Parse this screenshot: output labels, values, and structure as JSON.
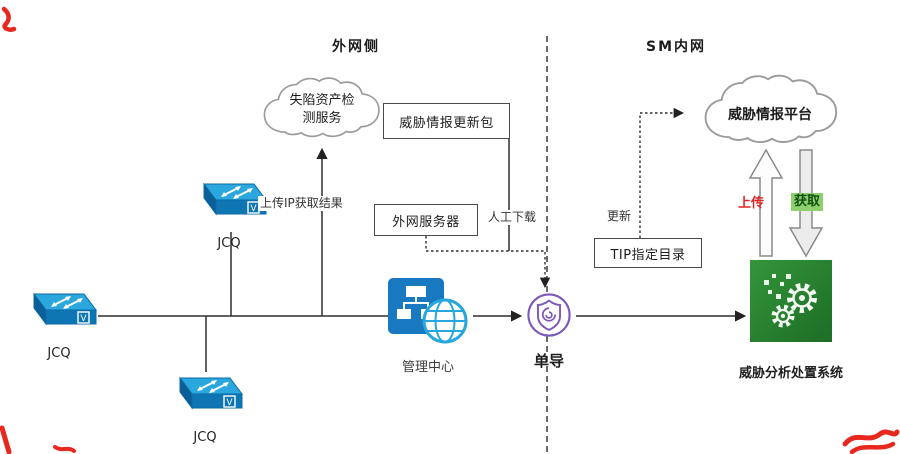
{
  "zones": {
    "external": "外网侧",
    "internal": "SM内网"
  },
  "nodes": {
    "compromised_asset_cloud": {
      "label": "失陷资产检测服务"
    },
    "threat_update_box": {
      "label": "威胁情报更新包"
    },
    "external_server_box": {
      "label": "外网服务器"
    },
    "switch_top": {
      "label": "JCQ"
    },
    "switch_left": {
      "label": "JCQ"
    },
    "switch_bottom": {
      "label": "JCQ"
    },
    "management_center": {
      "label": "管理中心"
    },
    "one_way_gateway": {
      "label": "单导"
    },
    "tip_directory_box": {
      "label": "TIP指定目录"
    },
    "threat_platform_cloud": {
      "label": "威胁情报平台"
    },
    "threat_analysis_system": {
      "label": "威胁分析处置系统"
    }
  },
  "edge_labels": {
    "upload_ip_result": "上传IP获取结果",
    "manual_download": "人工下载",
    "update": "更新",
    "upload": "上传",
    "fetch": "获取"
  },
  "icons": {
    "switch_badge": "V"
  },
  "colors": {
    "switch_blue": "#1e9cd7",
    "management_blue": "#1879c0",
    "shield_purple": "#7a57b8",
    "system_green": "#2e8f35",
    "upload_red": "#e02424",
    "fetch_green": "#0e4f0e",
    "fetch_highlight": "#8fd06e",
    "line_dark": "#2f2f2f",
    "scribble_red": "#e8281e"
  }
}
